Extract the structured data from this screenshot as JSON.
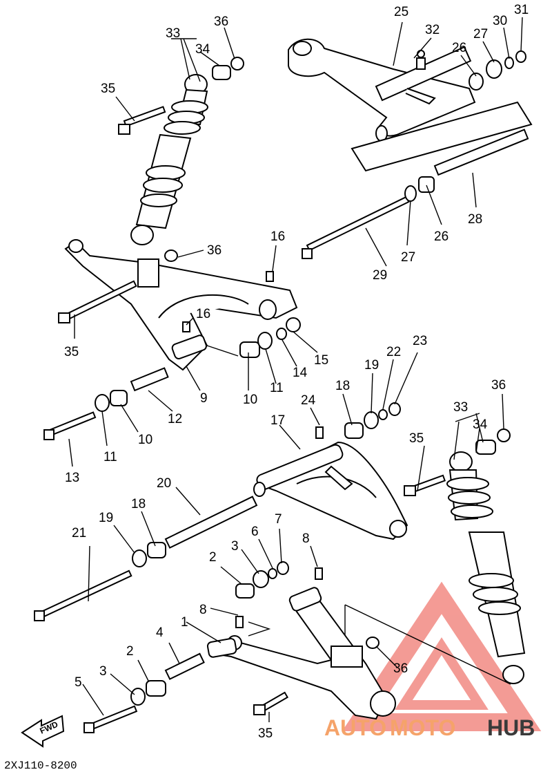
{
  "diagram_code": "2XJ110-8200",
  "fwd_label": "FWD",
  "watermark": {
    "part1": "AUTO",
    "part2": "MOTO",
    "part3": "HUB",
    "color_primary": "#f07a72",
    "color_secondary": "#f5a36a",
    "color_dark": "#3a3a3a"
  },
  "callouts": [
    "1",
    "2",
    "2",
    "3",
    "3",
    "4",
    "5",
    "6",
    "7",
    "8",
    "8",
    "9",
    "10",
    "10",
    "11",
    "11",
    "12",
    "13",
    "14",
    "15",
    "16",
    "16",
    "17",
    "18",
    "18",
    "19",
    "19",
    "20",
    "21",
    "22",
    "23",
    "24",
    "25",
    "26",
    "26",
    "27",
    "27",
    "28",
    "29",
    "30",
    "31",
    "32",
    "33",
    "33",
    "34",
    "34",
    "35",
    "35",
    "35",
    "35",
    "36",
    "36",
    "36",
    "36"
  ]
}
